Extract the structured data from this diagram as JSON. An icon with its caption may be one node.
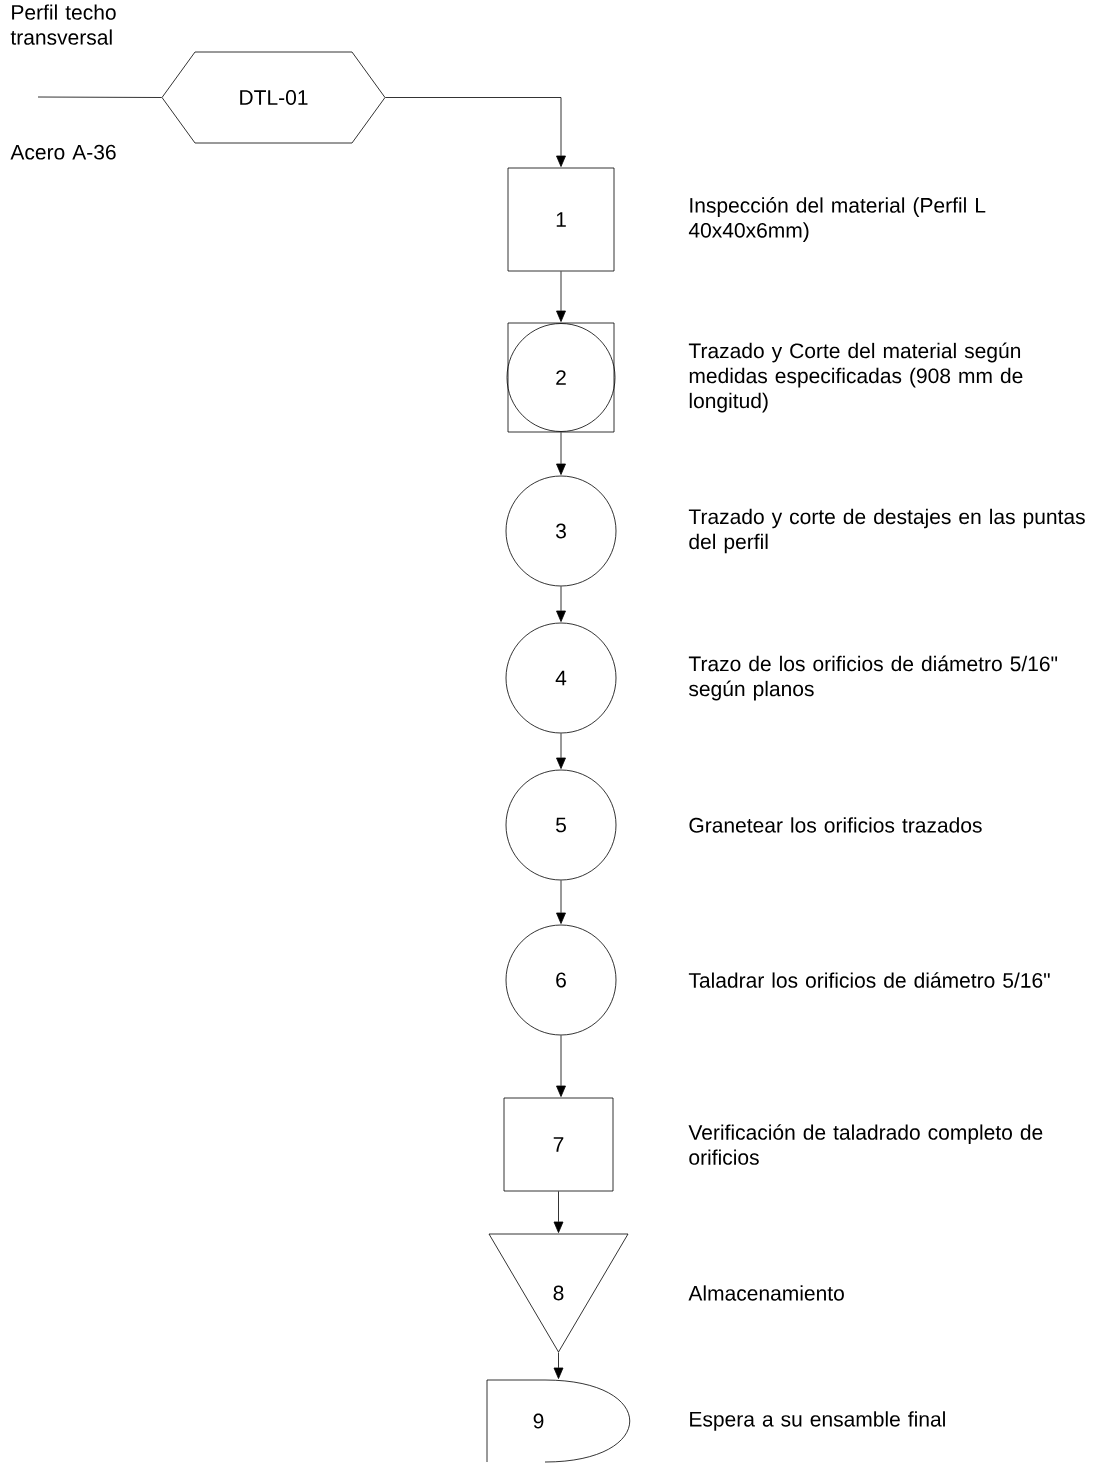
{
  "diagram": {
    "nodes": [
      {
        "text": [
          "DTL-01"
        ],
        "beside": [
          "Perfil techo transversal",
          "Acero A-36"
        ]
      },
      {
        "text": [
          "1"
        ],
        "beside": [
          "Inspección del material (Perfil L 40x40x6mm)"
        ]
      },
      {
        "text": [
          "2"
        ],
        "beside": [
          "Trazado y Corte del material según medidas especificadas (908 mm de longitud)"
        ]
      },
      {
        "text": [
          "3"
        ],
        "beside": [
          "Trazado y corte de destajes en las puntas del perfil"
        ]
      },
      {
        "text": [
          "4"
        ],
        "beside": [
          "Trazo de los orificios de diámetro 5/16\" según planos"
        ]
      },
      {
        "text": [
          "5"
        ],
        "beside": [
          "Granetear los orificios trazados"
        ]
      },
      {
        "text": [
          "6"
        ],
        "beside": [
          "Taladrar los orificios de diámetro 5/16\""
        ]
      },
      {
        "text": [
          "7"
        ],
        "beside": [
          "Verificación de taladrado completo de orificios"
        ]
      },
      {
        "text": [
          "8"
        ],
        "beside": [
          "Almacenamiento"
        ]
      },
      {
        "text": [
          "9"
        ],
        "beside": [
          "Espera a su ensamble final"
        ]
      }
    ],
    "edges": [
      {
        "from": null,
        "to": 0,
        "arrow": "none"
      },
      {
        "from": 0,
        "to": 1,
        "arrow": "to"
      },
      {
        "from": 1,
        "to": 2,
        "arrow": "to"
      },
      {
        "from": 2,
        "to": 3,
        "arrow": "to"
      },
      {
        "from": 3,
        "to": 4,
        "arrow": "to"
      },
      {
        "from": 4,
        "to": 5,
        "arrow": "to"
      },
      {
        "from": 5,
        "to": 6,
        "arrow": "to"
      },
      {
        "from": 6,
        "to": 7,
        "arrow": "to"
      },
      {
        "from": 7,
        "to": 8,
        "arrow": "to"
      },
      {
        "from": 8,
        "to": 9,
        "arrow": "to"
      }
    ]
  }
}
